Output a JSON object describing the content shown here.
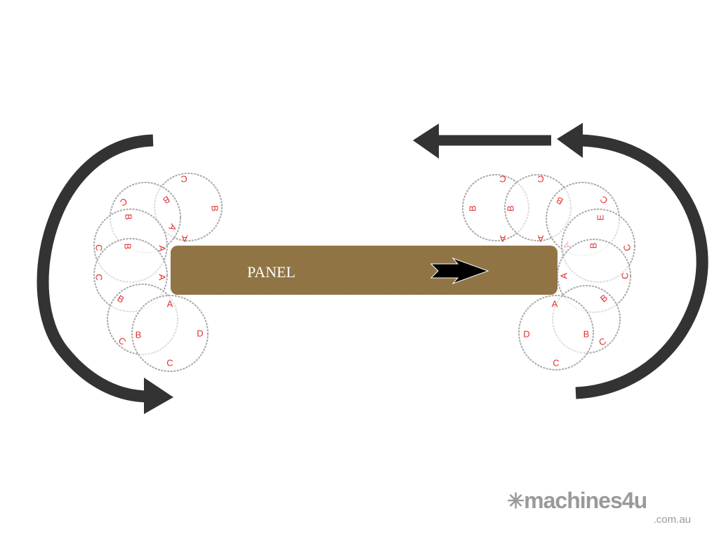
{
  "panel": {
    "label": "PANEL"
  },
  "colors": {
    "arrow": "#333333",
    "panel": "#8a6a3a",
    "circle": "#aaaaaa",
    "label": "#e03030"
  },
  "left_cutters": [
    {
      "labels": [
        "C",
        "B",
        "A"
      ]
    },
    {
      "labels": [
        "C",
        "B",
        "A"
      ]
    },
    {
      "labels": [
        "B",
        "C",
        "A"
      ]
    },
    {
      "labels": [
        "B",
        "C",
        "A"
      ]
    },
    {
      "labels": [
        "B",
        "C"
      ]
    },
    {
      "labels": [
        "A",
        "D",
        "C",
        "B"
      ]
    }
  ],
  "right_cutters": [
    {
      "labels": [
        "C",
        "B",
        "A"
      ]
    },
    {
      "labels": [
        "C",
        "B",
        "A"
      ]
    },
    {
      "labels": [
        "B",
        "C",
        "A"
      ]
    },
    {
      "labels": [
        "E",
        "C"
      ]
    },
    {
      "labels": [
        "B",
        "C",
        "A"
      ]
    },
    {
      "labels": [
        "B",
        "C"
      ]
    },
    {
      "labels": [
        "A",
        "B",
        "C",
        "D"
      ]
    }
  ],
  "logo": {
    "name": "machines4u",
    "domain": ".com.au",
    "icon": "snowflake-icon"
  }
}
